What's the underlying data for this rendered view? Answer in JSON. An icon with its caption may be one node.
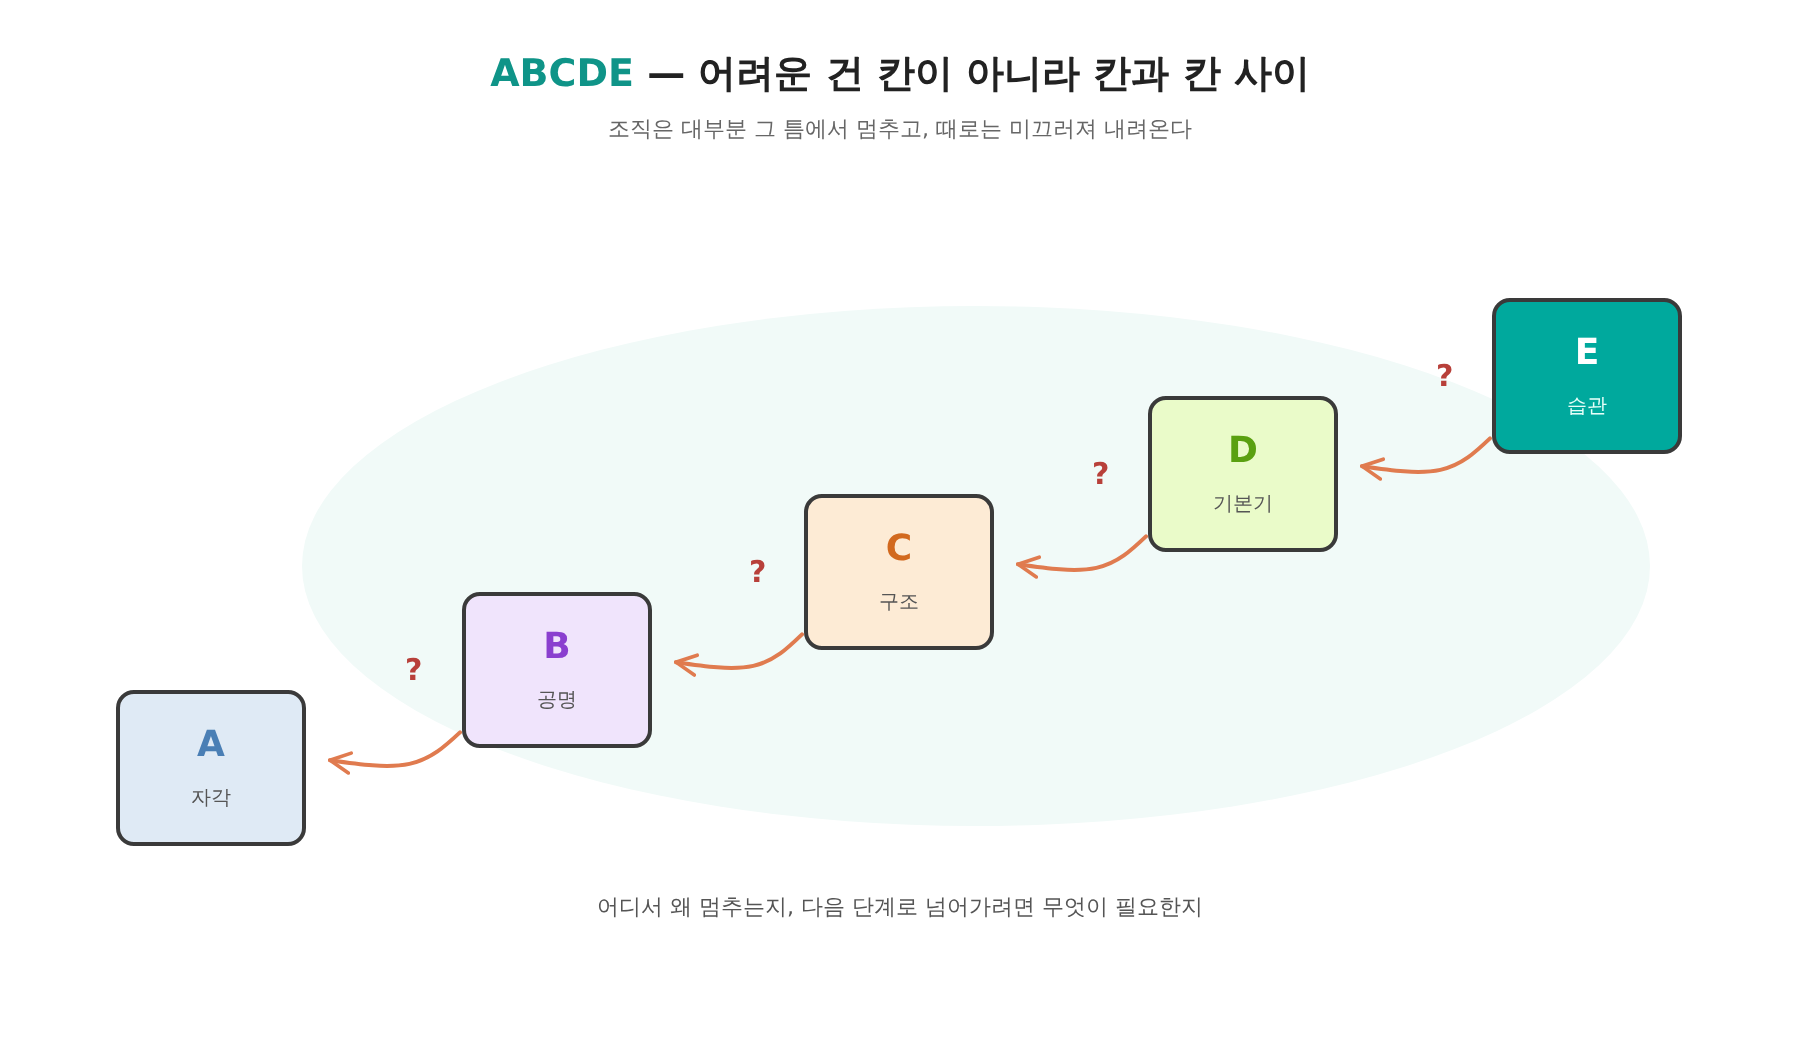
{
  "diagram": {
    "title": "**ABCDE** — 어려운 건 칸이 아니라 칸과 칸 사이",
    "caption": "어디서 왜 멈추는지, 다음 단계로 넘어가려면 무엇이 필요한지",
    "nodes": [
      {
        "text": [
          "A",
          "자각"
        ]
      },
      {
        "text": [
          "B",
          "공명"
        ]
      },
      {
        "text": [
          "C",
          "구조"
        ]
      },
      {
        "text": [
          "D",
          "기본기"
        ]
      },
      {
        "text": [
          "E",
          "습관"
        ]
      }
    ],
    "edges": [
      {
        "from": 4,
        "to": 3,
        "arrow": "to",
        "label": "?"
      },
      {
        "from": 3,
        "to": 2,
        "arrow": "to",
        "label": "?"
      },
      {
        "from": 2,
        "to": 1,
        "arrow": "to",
        "label": "?"
      },
      {
        "from": 1,
        "to": 0,
        "arrow": "to",
        "label": "?"
      }
    ],
    "labels": [
      "조직은 대부분 그 틈에서 멈추고, 때로는 미끄러져 내려온다"
    ]
  }
}
